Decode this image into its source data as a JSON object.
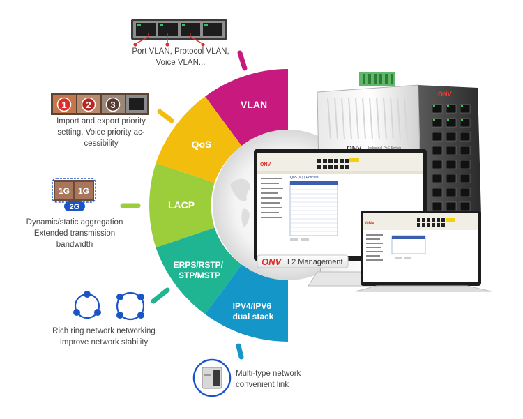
{
  "segments": [
    {
      "label": "VLAN",
      "color": "#c8197f"
    },
    {
      "label": "QoS",
      "color": "#f2bd0c"
    },
    {
      "label": "LACP",
      "color": "#9ccd3a"
    },
    {
      "label_lines": [
        "ERPS/RSTP/",
        "STP/MSTP"
      ],
      "color": "#1fb593"
    },
    {
      "label_lines": [
        "IPV4/IPV6",
        "dual stack"
      ],
      "color": "#1596c8"
    }
  ],
  "captions": {
    "vlan": [
      "Port VLAN, Protocol VLAN,",
      "Voice VLAN..."
    ],
    "qos": [
      "Import and export priority",
      "setting, Voice priority ac-",
      "cessibility"
    ],
    "lacp": [
      "Dynamic/static aggregation",
      "Extended transmission",
      "bandwidth"
    ],
    "erps": [
      "Rich ring network networking",
      "Improve network stability"
    ],
    "ipv": [
      "Multi-type network",
      "convenient link"
    ]
  },
  "qos_badges": [
    "1",
    "2",
    "3"
  ],
  "lacp_badges": {
    "ports": [
      "1G",
      "1G"
    ],
    "sum": "2G"
  },
  "management_banner": {
    "brand": "ONV",
    "text": "L2 Management"
  },
  "switch_device": {
    "brand": "ONV",
    "model": "Industrial PoE Switch"
  },
  "screen_title": "QoS 入口 Policers",
  "colors": {
    "accent_red": "#d9302b",
    "ring_blue": "#1a55c8"
  }
}
